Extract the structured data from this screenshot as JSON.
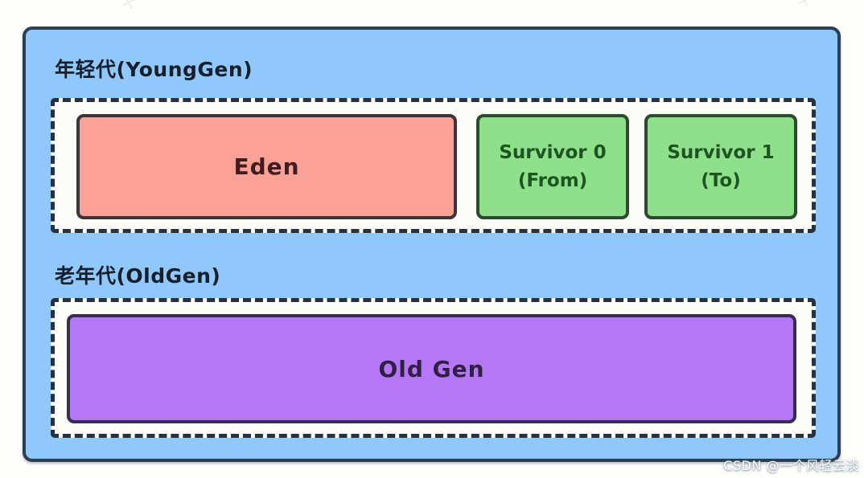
{
  "diagram": {
    "title_context": "JVM heap generations diagram",
    "young_gen": {
      "label": "年轻代(YoungGen)",
      "regions": {
        "eden": {
          "label": "Eden",
          "fill": "#FCA195"
        },
        "survivor0": {
          "line1": "Survivor 0",
          "line2": "(From)",
          "fill": "#8EE08B"
        },
        "survivor1": {
          "line1": "Survivor 1",
          "line2": "(To)",
          "fill": "#8EE08B"
        }
      }
    },
    "old_gen": {
      "label": "老年代(OldGen)",
      "regions": {
        "old": {
          "label": "Old Gen",
          "fill": "#B478F6"
        }
      }
    },
    "colors": {
      "heap_background": "#90C8FB",
      "heap_border": "#2D3E52",
      "dashed_container_background": "#FCFCF8",
      "dashed_border": "#27313F",
      "eden_fill": "#FCA195",
      "survivor_fill": "#8EE08B",
      "oldgen_fill": "#B478F6"
    },
    "background_watermark_glyph": "✕",
    "watermark": "CSDN @一个风轻云淡"
  }
}
